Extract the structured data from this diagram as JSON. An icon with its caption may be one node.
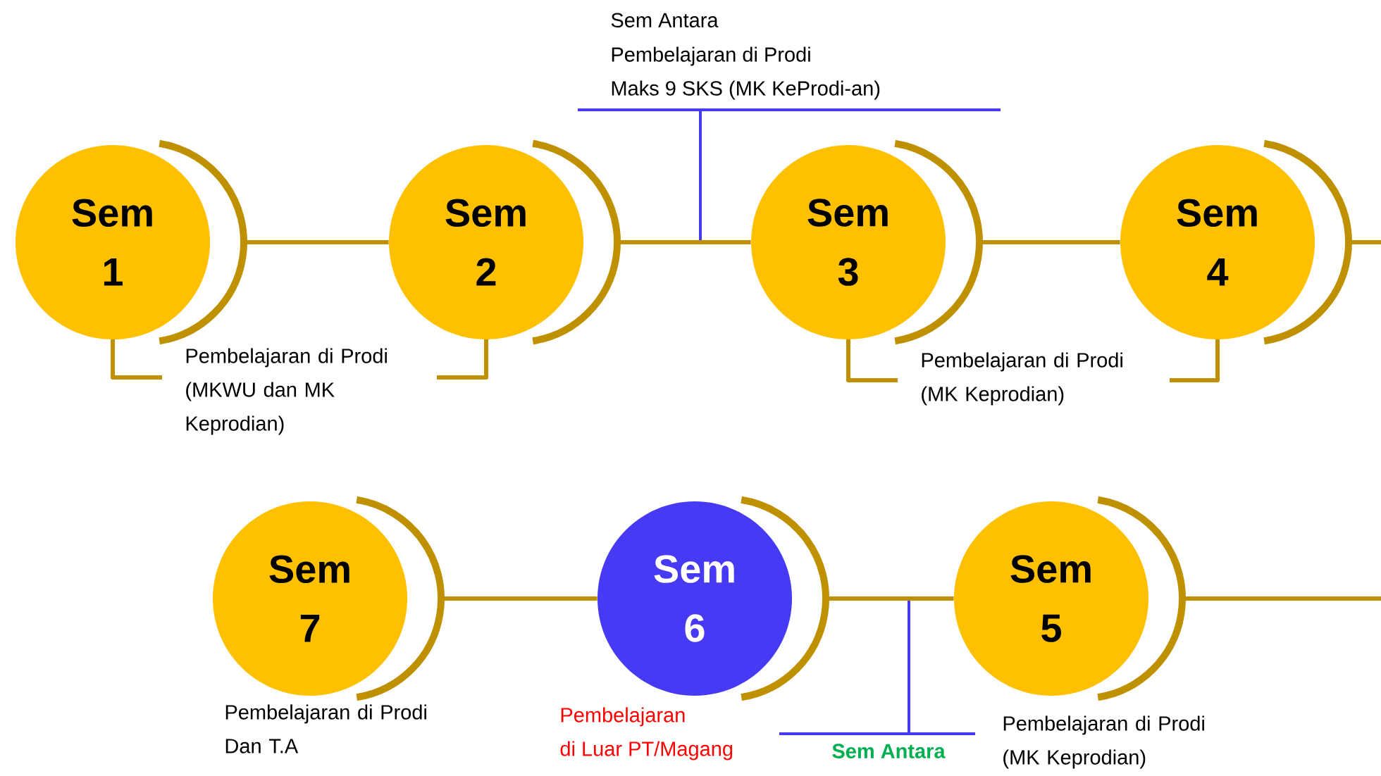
{
  "diagram": {
    "nodes": [
      {
        "text": [
          "Sem 1"
        ]
      },
      {
        "text": [
          "Sem 2"
        ]
      },
      {
        "text": [
          "Sem 3"
        ]
      },
      {
        "text": [
          "Sem 4"
        ]
      },
      {
        "text": [
          "Sem 7"
        ]
      },
      {
        "text": [
          "Sem 6"
        ]
      },
      {
        "text": [
          "Sem 5"
        ]
      }
    ],
    "edges": [
      {
        "from": 0,
        "to": 1,
        "arrow": "none"
      },
      {
        "from": 1,
        "to": 2,
        "arrow": "none"
      },
      {
        "from": 2,
        "to": 3,
        "arrow": "none"
      },
      {
        "from": 3,
        "to": null,
        "arrow": "none"
      },
      {
        "from": null,
        "to": 6,
        "arrow": "none"
      },
      {
        "from": 6,
        "to": 5,
        "arrow": "none"
      },
      {
        "from": 5,
        "to": 4,
        "arrow": "none"
      }
    ],
    "labels": [
      "Sem Antara",
      "Pembelajaran di Prodi",
      "Maks 9 SKS (MK KeProdi-an)",
      "Pembelajaran di Prodi (MKWU dan MK Keprodian)",
      "Pembelajaran di Prodi (MK Keprodian)",
      "Pembelajaran di Prodi Dan T.A",
      "Pembelajaran",
      "di Luar PT/Magang",
      "Sem Antara",
      "Pembelajaran di Prodi (MK Keprodian)"
    ]
  }
}
